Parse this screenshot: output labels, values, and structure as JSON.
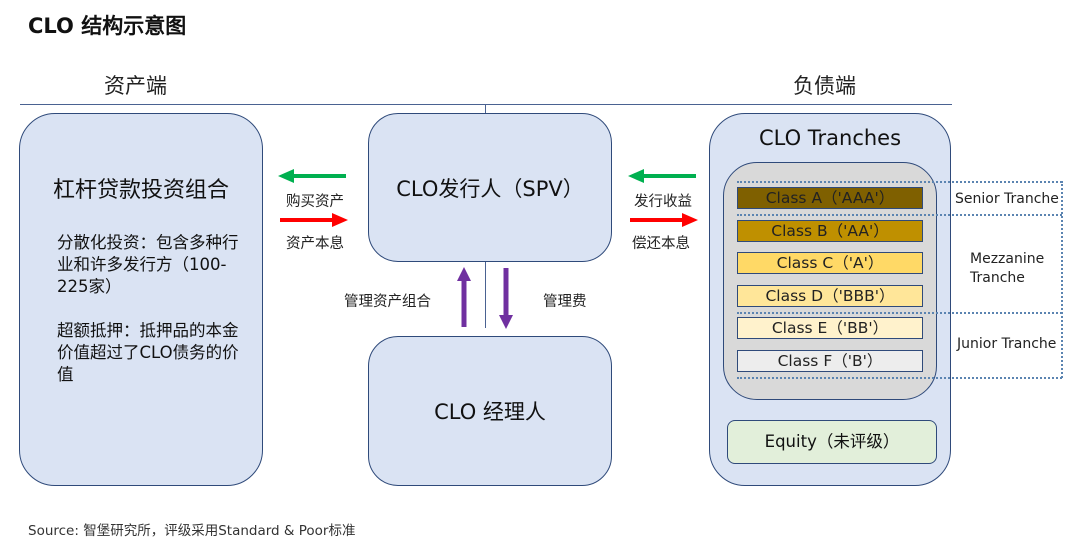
{
  "title": "CLO 结构示意图",
  "sides": {
    "asset": "资产端",
    "liability": "负债端"
  },
  "asset_box": {
    "title": "杠杆贷款投资组合",
    "paragraphs": [
      "分散化投资：包含多种行业和许多发行方（100-225家）",
      "超额抵押：抵押品的本金价值超过了CLO债务的价值"
    ]
  },
  "spv_box": {
    "title": "CLO发行人（SPV）"
  },
  "manager_box": {
    "title": "CLO 经理人"
  },
  "flows": {
    "left_top": {
      "label": "购买资产",
      "direction": "left",
      "color": "#00b050"
    },
    "left_bottom": {
      "label": "资产本息",
      "direction": "right",
      "color": "#ff0000"
    },
    "right_top": {
      "label": "发行收益",
      "direction": "left",
      "color": "#00b050"
    },
    "right_bottom": {
      "label": "偿还本息",
      "direction": "right",
      "color": "#ff0000"
    },
    "up": {
      "label": "管理资产组合",
      "direction": "up",
      "color": "#7030a0"
    },
    "down": {
      "label": "管理费",
      "direction": "down",
      "color": "#7030a0"
    }
  },
  "tranches_box": {
    "title": "CLO Tranches",
    "classes": [
      {
        "label": "Class A（'AAA'）",
        "color": "#7f6000"
      },
      {
        "label": "Class B（'AA'）",
        "color": "#bf9000"
      },
      {
        "label": "Class C（'A'）",
        "color": "#ffd966"
      },
      {
        "label": "Class D（'BBB'）",
        "color": "#ffe699"
      },
      {
        "label": "Class E（'BB'）",
        "color": "#fff2cc"
      },
      {
        "label": "Class F（'B'）",
        "color": "#ededed"
      }
    ],
    "equity": "Equity（未评级）"
  },
  "tiers": {
    "senior": "Senior Tranche",
    "mezzanine_line1": "Mezzanine",
    "mezzanine_line2": "Tranche",
    "junior": "Junior Tranche"
  },
  "source": "Source: 智堡研究所，评级采用Standard & Poor标准"
}
